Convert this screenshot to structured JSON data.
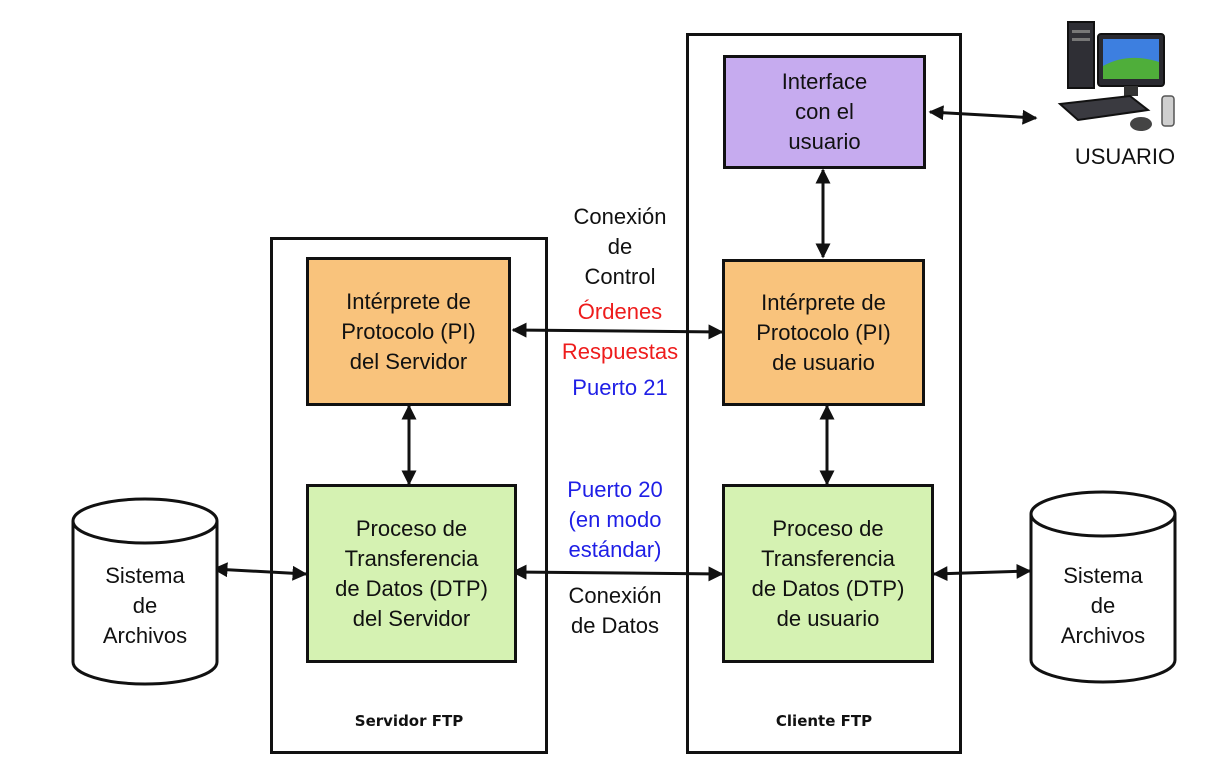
{
  "server": {
    "caption": "Servidor FTP",
    "pi": "Intérprete de\nProtocolo (PI)\ndel Servidor",
    "dtp": "Proceso de\nTransferencia\nde Datos (DTP)\ndel Servidor"
  },
  "client": {
    "caption": "Cliente FTP",
    "ui": "Interface\ncon el\nusuario",
    "pi": "Intérprete de\nProtocolo (PI)\nde usuario",
    "dtp": "Proceso de\nTransferencia\nde Datos (DTP)\nde usuario"
  },
  "user_label": "USUARIO",
  "filesystem_left": "Sistema\nde\nArchivos",
  "filesystem_right": "Sistema\nde\nArchivos",
  "control": {
    "title": "Conexión\nde\nControl",
    "orders": "Órdenes",
    "responses": "Respuestas",
    "port": "Puerto 21"
  },
  "data_conn": {
    "port": "Puerto 20\n(en modo\nestándar)",
    "title": "Conexión\nde Datos"
  },
  "colors": {
    "pi_fill": "#f9c37c",
    "dtp_fill": "#d5f2b2",
    "ui_fill": "#c6abef",
    "orders_text": "#ee1c1c",
    "port_text": "#1f1fe6"
  }
}
